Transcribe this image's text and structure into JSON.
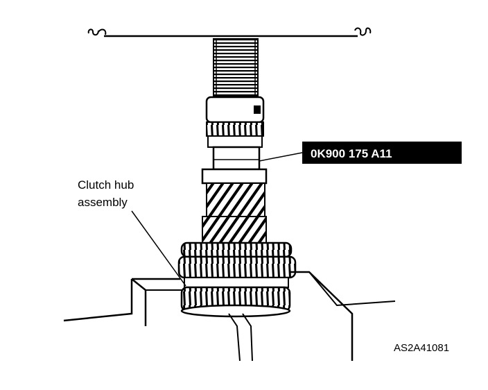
{
  "labels": {
    "part_number": "0K900 175 A11",
    "clutch_hub_line1": "Clutch hub",
    "clutch_hub_line2": "assembly",
    "figure_id": "AS2A41081"
  },
  "colors": {
    "ink": "#000000",
    "paper": "#ffffff"
  }
}
